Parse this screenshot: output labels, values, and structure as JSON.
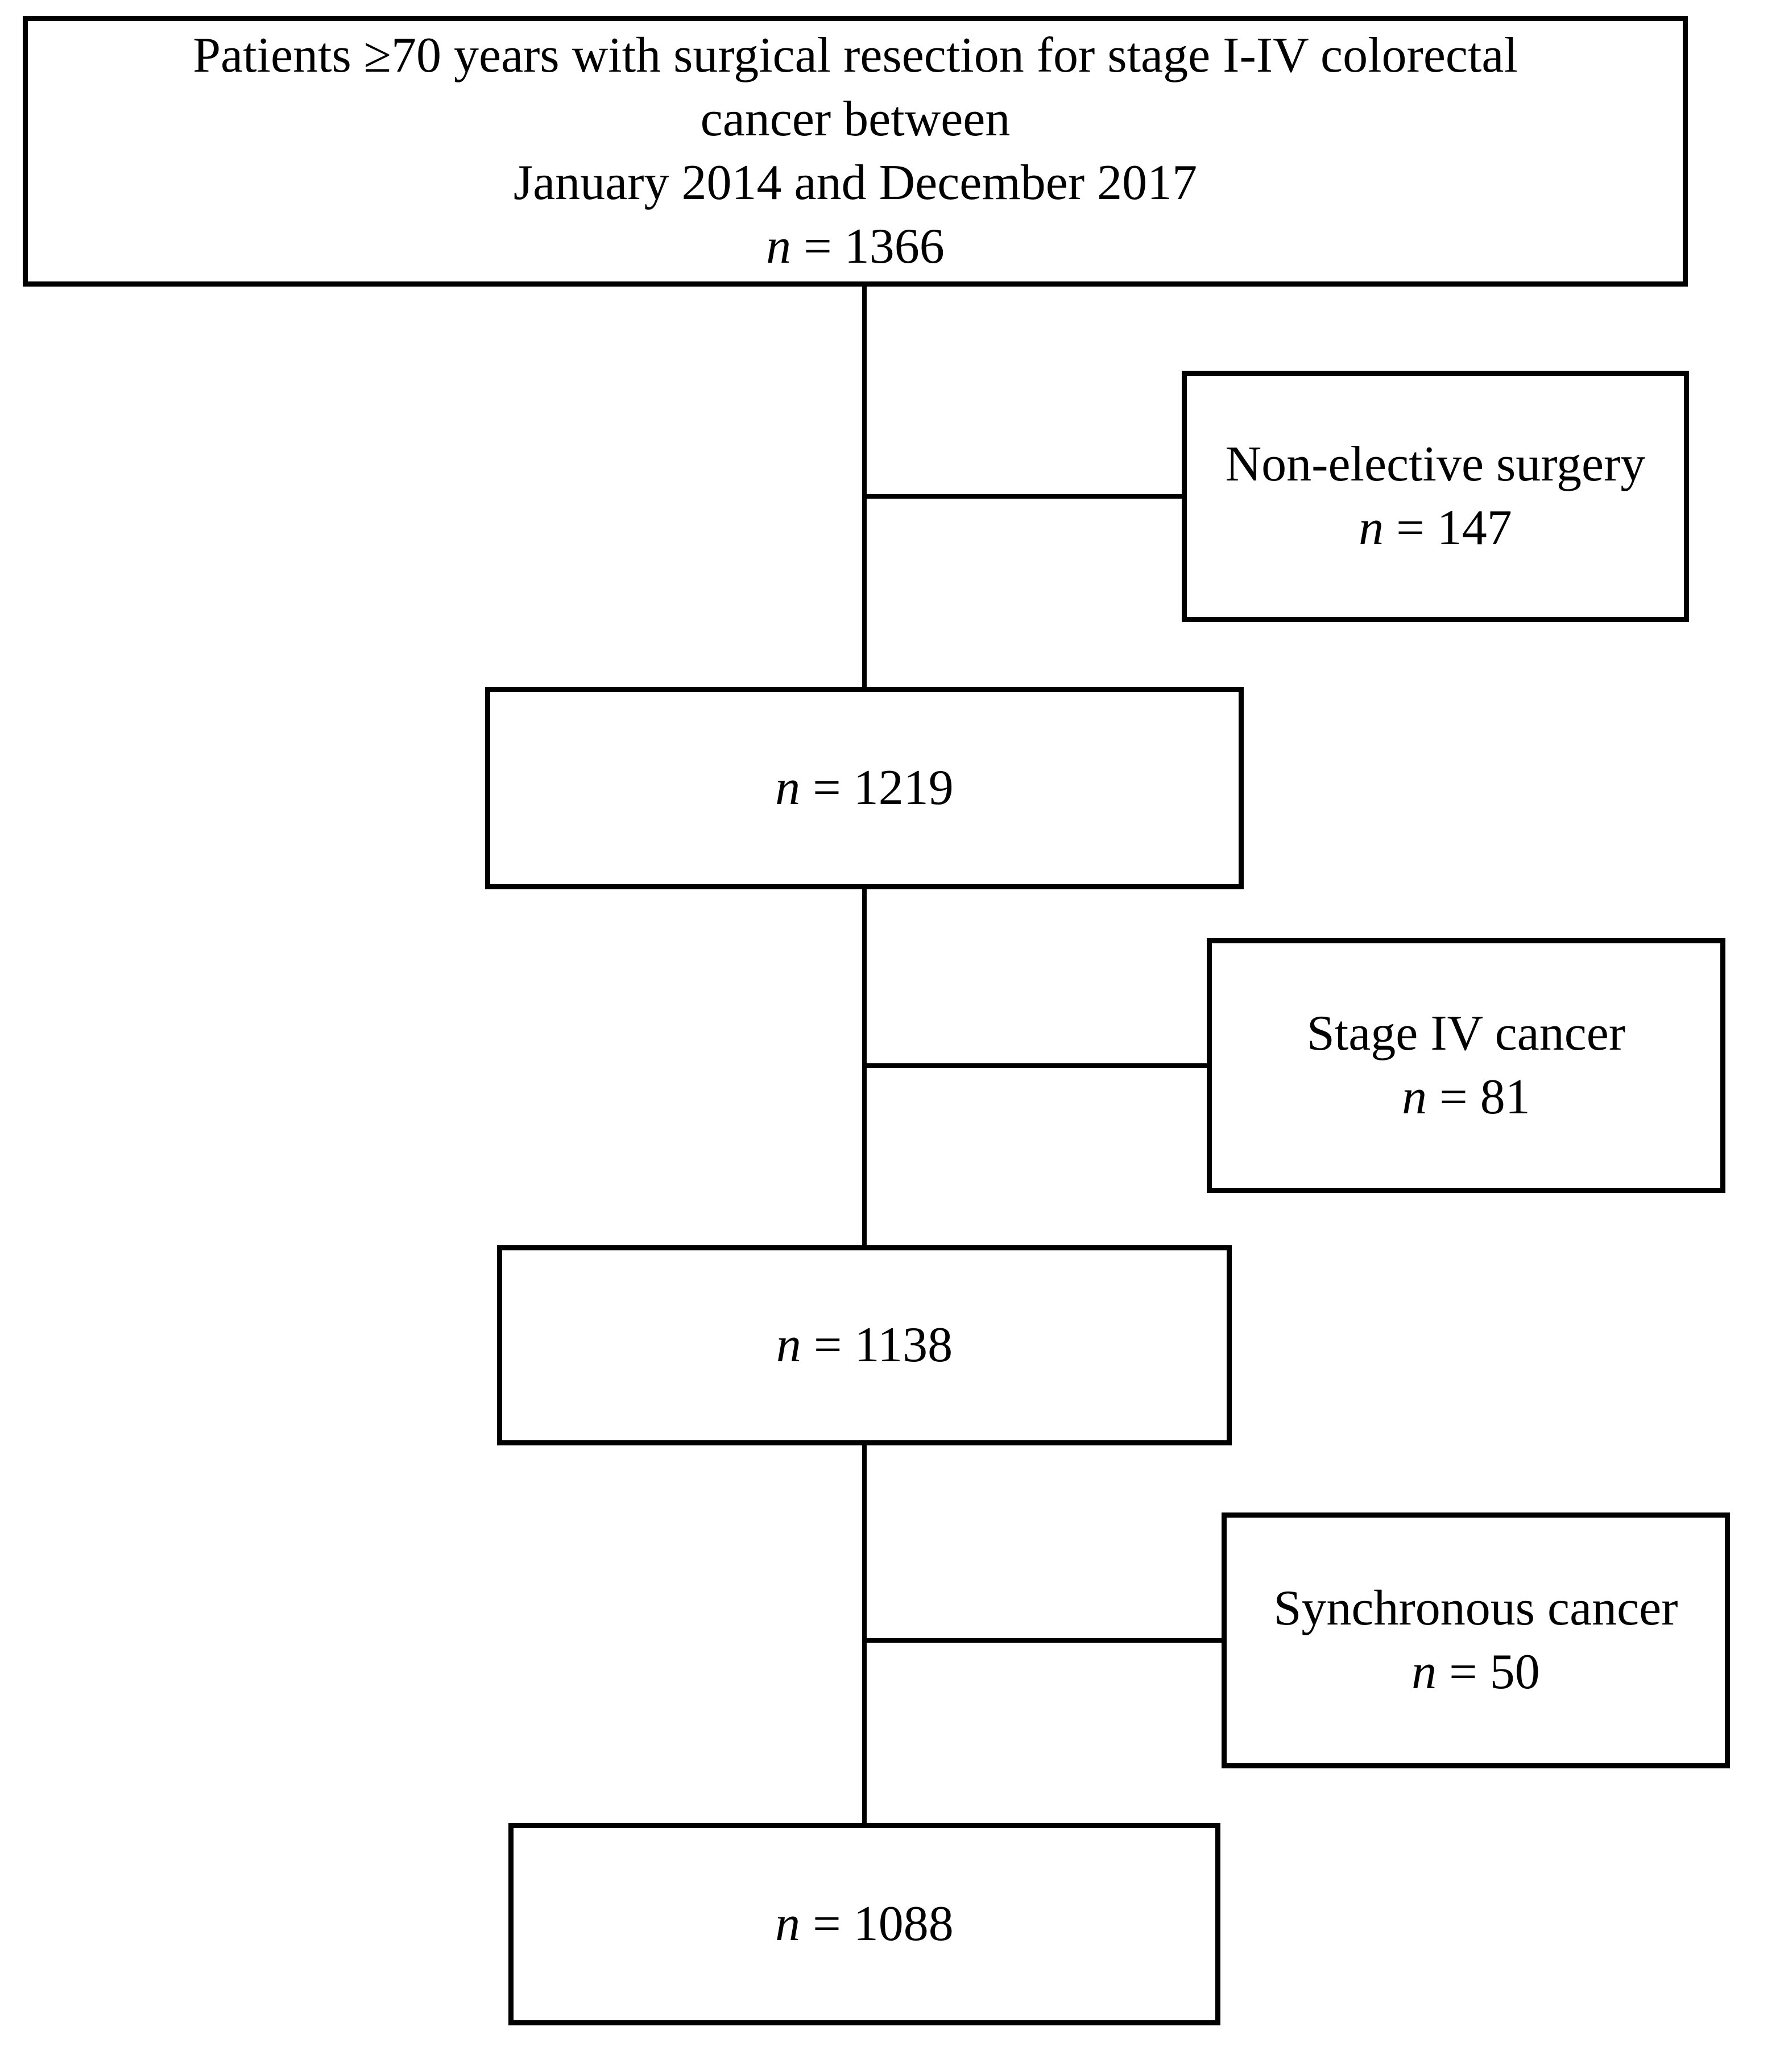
{
  "page": {
    "background": "#ffffff",
    "ink": "#000000"
  },
  "flowchart": {
    "top_box": {
      "lines": [
        "Patients ≥70 years with surgical resection for stage I-IV colorectal",
        "cancer between",
        "January 2014 and December 2017"
      ],
      "n_var": "n",
      "n_rest": " = 1366"
    },
    "cohort_boxes": [
      {
        "n_var": "n",
        "n_rest": " = 1219"
      },
      {
        "n_var": "n",
        "n_rest": " = 1138"
      },
      {
        "n_var": "n",
        "n_rest": " = 1088"
      }
    ],
    "exclusion_boxes": [
      {
        "label": "Non-elective surgery",
        "n_var": "n",
        "n_rest": " = 147"
      },
      {
        "label": "Stage IV cancer",
        "n_var": "n",
        "n_rest": " = 81"
      },
      {
        "label": "Synchronous cancer",
        "n_var": "n",
        "n_rest": " = 50"
      }
    ]
  }
}
